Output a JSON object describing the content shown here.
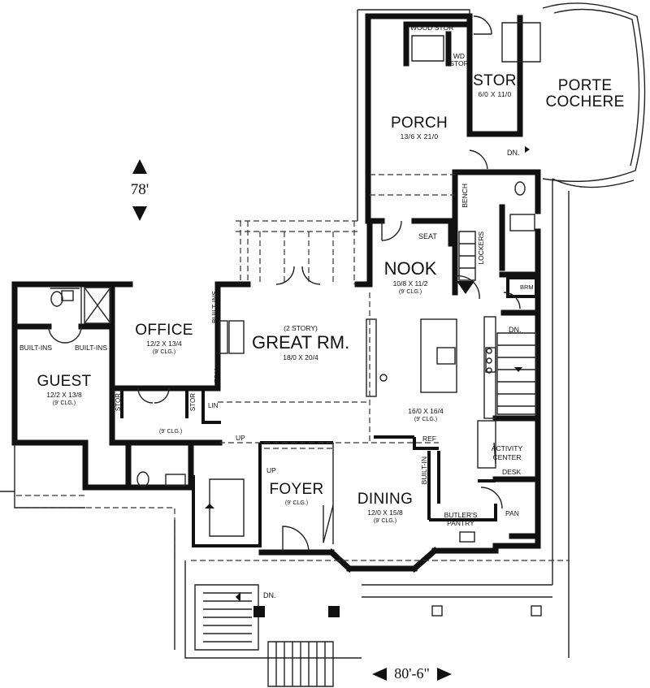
{
  "rooms": {
    "porch": {
      "name": "PORCH",
      "dim": "13/6 X 21/0"
    },
    "stor": {
      "name": "STOR",
      "dim": "6/0 X 11/0"
    },
    "porte_cochere": {
      "line1": "PORTE",
      "line2": "COCHERE"
    },
    "nook": {
      "name": "NOOK",
      "dim": "10/8 X 11/2",
      "ceiling": "(9' CLG.)"
    },
    "office": {
      "name": "OFFICE",
      "dim": "12/2 X 13/4",
      "ceiling": "(9' CLG.)"
    },
    "great_room": {
      "note": "(2 STORY)",
      "name": "GREAT RM.",
      "dim": "18/0 X 20/4"
    },
    "guest": {
      "name": "GUEST",
      "dim": "12/2 X 13/8",
      "ceiling": "(9' CLG.)"
    },
    "kitchen": {
      "dim": "16/0 X 16/4",
      "ceiling": "(9' CLG.)"
    },
    "hall": {
      "ceiling": "(9' CLG.)"
    },
    "foyer": {
      "name": "FOYER",
      "ceiling": "(9' CLG.)"
    },
    "dining": {
      "name": "DINING",
      "dim": "12/0 X 15/8",
      "ceiling": "(9' CLG.)"
    }
  },
  "labels": {
    "wood_stor": "WOOD STOR",
    "wd_stor_1": "WD",
    "wd_stor_2": "STOR",
    "dn": "DN.",
    "bench": "BENCH",
    "seat": "SEAT",
    "lockers": "LOCKERS",
    "brm": "BRM",
    "built_ins": "BUILT-INS",
    "built_ins_v": "BUILT-INS",
    "media": "MEDIA",
    "stor": "STOR",
    "lin": "LIN",
    "up": "UP",
    "ref": "REF",
    "built_in": "BUILT-IN",
    "activity_1": "ACTIVITY",
    "activity_2": "CENTER",
    "desk": "DESK",
    "butlers_1": "BUTLER'S",
    "butlers_2": "PANTRY",
    "pan": "PAN"
  },
  "dimensions": {
    "depth": "78'",
    "width": "80'-6\""
  }
}
